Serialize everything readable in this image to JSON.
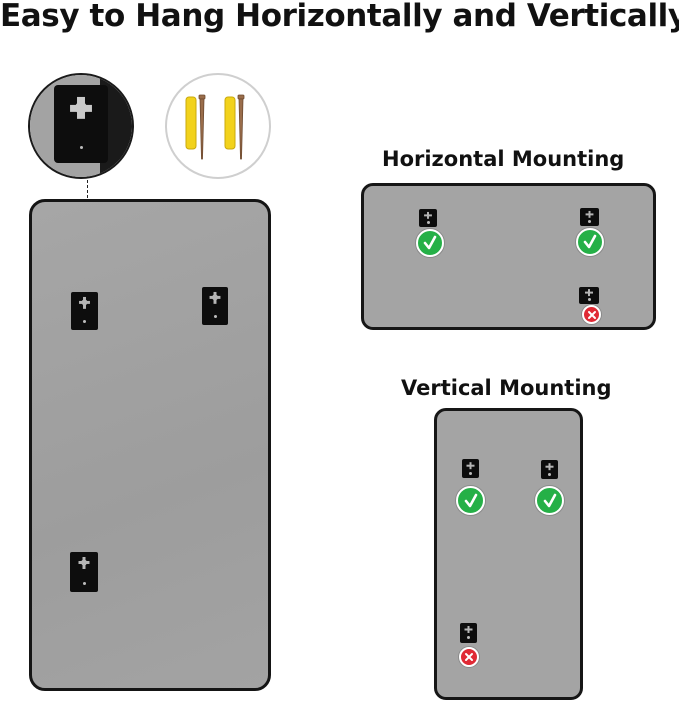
{
  "title": "Easy to Hang Horizontally and Vertically",
  "horizontal": {
    "label": "Horizontal Mounting"
  },
  "vertical": {
    "label": "Vertical Mounting"
  },
  "colors": {
    "ok": "#25b047",
    "not_ok": "#e02a35",
    "frame": "#151515",
    "glass": "#a4a4a4",
    "anchor": "#f2d21c"
  },
  "icons": {
    "ok": "check-mark-icon",
    "not_ok": "cross-icon",
    "hook": "mounting-bracket-icon",
    "anchor": "wall-anchor-icon",
    "screw": "screw-icon"
  }
}
